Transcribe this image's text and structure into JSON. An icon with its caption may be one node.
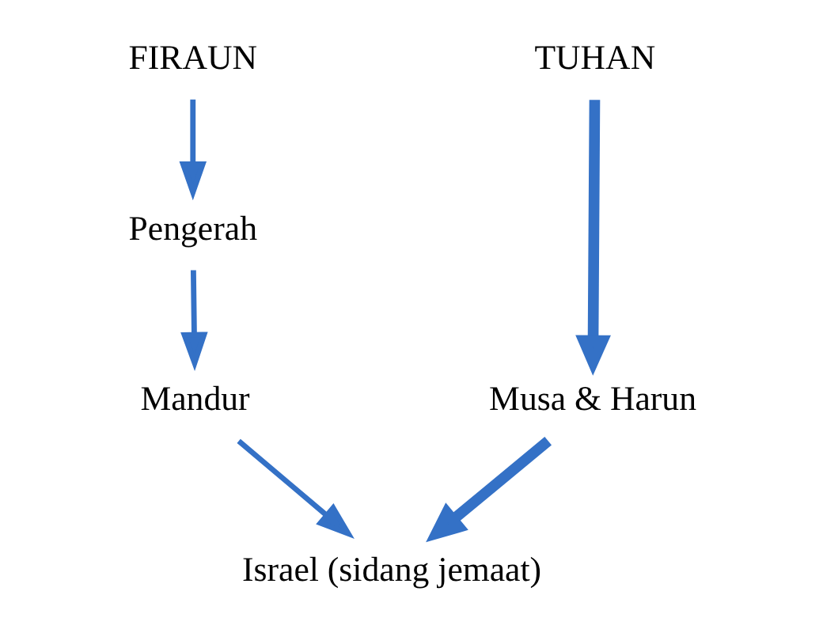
{
  "diagram": {
    "nodes": [
      {
        "text": [
          "FIRAUN"
        ]
      },
      {
        "text": [
          "TUHAN"
        ]
      },
      {
        "text": [
          "Pengerah"
        ]
      },
      {
        "text": [
          "Musa & Harun"
        ]
      },
      {
        "text": [
          "Mandur"
        ]
      },
      {
        "text": [
          "Israel (sidang jemaat)"
        ]
      }
    ],
    "edges": [
      {
        "from": 0,
        "to": 2,
        "arrow": "to"
      },
      {
        "from": 2,
        "to": 4,
        "arrow": "to"
      },
      {
        "from": 4,
        "to": 5,
        "arrow": "to"
      },
      {
        "from": 1,
        "to": 3,
        "arrow": "to",
        "style": "thick"
      },
      {
        "from": 3,
        "to": 5,
        "arrow": "to",
        "style": "thick"
      }
    ]
  }
}
